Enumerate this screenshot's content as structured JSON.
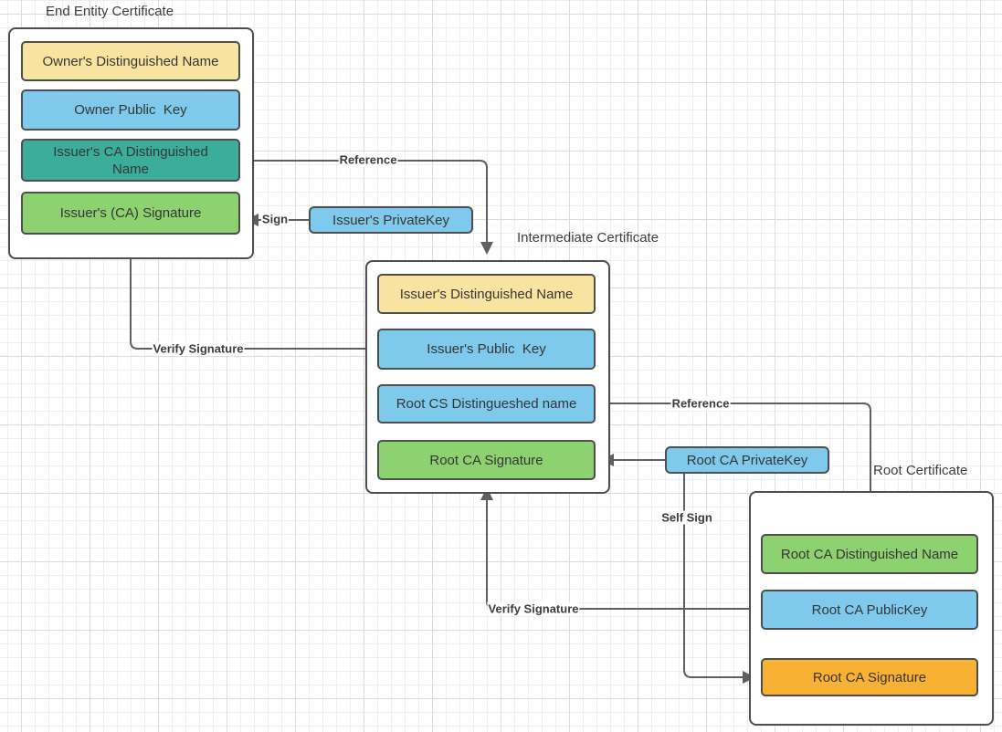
{
  "palette": {
    "yellow": "#F9E3A0",
    "blue": "#7EC9EC",
    "teal": "#3BAD9B",
    "green": "#8ED170",
    "orange": "#F8B133",
    "line_color": "#5F5F5F",
    "border_color": "#4E4E4E",
    "text_color": "#363636"
  },
  "certificates": [
    {
      "title": "End Entity Certificate",
      "fields": [
        {
          "label": "Owner's Distinguished Name"
        },
        {
          "label": "Owner Public  Key"
        },
        {
          "label": "Issuer's CA Distinguished Name"
        },
        {
          "label": "Issuer's (CA) Signature"
        }
      ]
    },
    {
      "title": "Intermediate Certificate",
      "fields": [
        {
          "label": "Issuer's Distinguished Name"
        },
        {
          "label": "Issuer's Public  Key"
        },
        {
          "label": "Root CS Distingueshed name"
        },
        {
          "label": "Root CA Signature"
        }
      ]
    },
    {
      "title": "Root Certificate",
      "fields": [
        {
          "label": "Root CA Distinguished Name"
        },
        {
          "label": "Root CA PublicKey"
        },
        {
          "label": "Root CA Signature"
        }
      ]
    }
  ],
  "keys": [
    {
      "label": "Issuer's PrivateKey"
    },
    {
      "label": "Root CA PrivateKey"
    }
  ],
  "connectors": {
    "sign": "Sign",
    "reference_end_to_intermediate": "Reference",
    "verify_intermediate_to_end": "Verify Signature",
    "reference_intermediate_to_root": "Reference",
    "self_sign": "Self Sign",
    "verify_root_to_intermediate": "Verify Signature"
  }
}
